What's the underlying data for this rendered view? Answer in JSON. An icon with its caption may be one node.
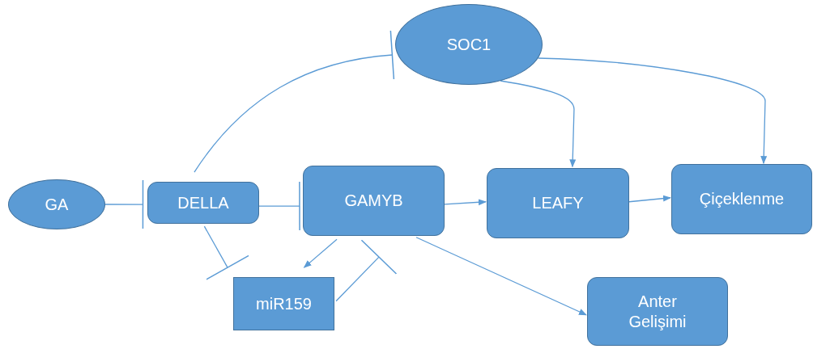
{
  "diagram": {
    "nodes": [
      {
        "text": [
          "SOC1"
        ]
      },
      {
        "text": [
          "GA"
        ]
      },
      {
        "text": [
          "DELLA"
        ]
      },
      {
        "text": [
          "GAMYB"
        ]
      },
      {
        "text": [
          "LEAFY"
        ]
      },
      {
        "text": [
          "Çiçeklenme"
        ]
      },
      {
        "text": [
          "miR159"
        ]
      },
      {
        "text": [
          "Anter Gelişimi"
        ]
      }
    ],
    "edges": [
      {
        "from": 1,
        "to": 2,
        "arrow": "other"
      },
      {
        "from": 2,
        "to": 0,
        "arrow": "other"
      },
      {
        "from": 2,
        "to": 3,
        "arrow": "other"
      },
      {
        "from": 2,
        "to": 6,
        "arrow": "other"
      },
      {
        "from": 3,
        "to": 6,
        "arrow": "to"
      },
      {
        "from": 6,
        "to": 3,
        "arrow": "other"
      },
      {
        "from": 3,
        "to": 4,
        "arrow": "to"
      },
      {
        "from": 4,
        "to": 5,
        "arrow": "to"
      },
      {
        "from": 3,
        "to": 7,
        "arrow": "to"
      },
      {
        "from": 0,
        "to": 4,
        "arrow": "to"
      },
      {
        "from": 0,
        "to": 5,
        "arrow": "to"
      }
    ]
  }
}
